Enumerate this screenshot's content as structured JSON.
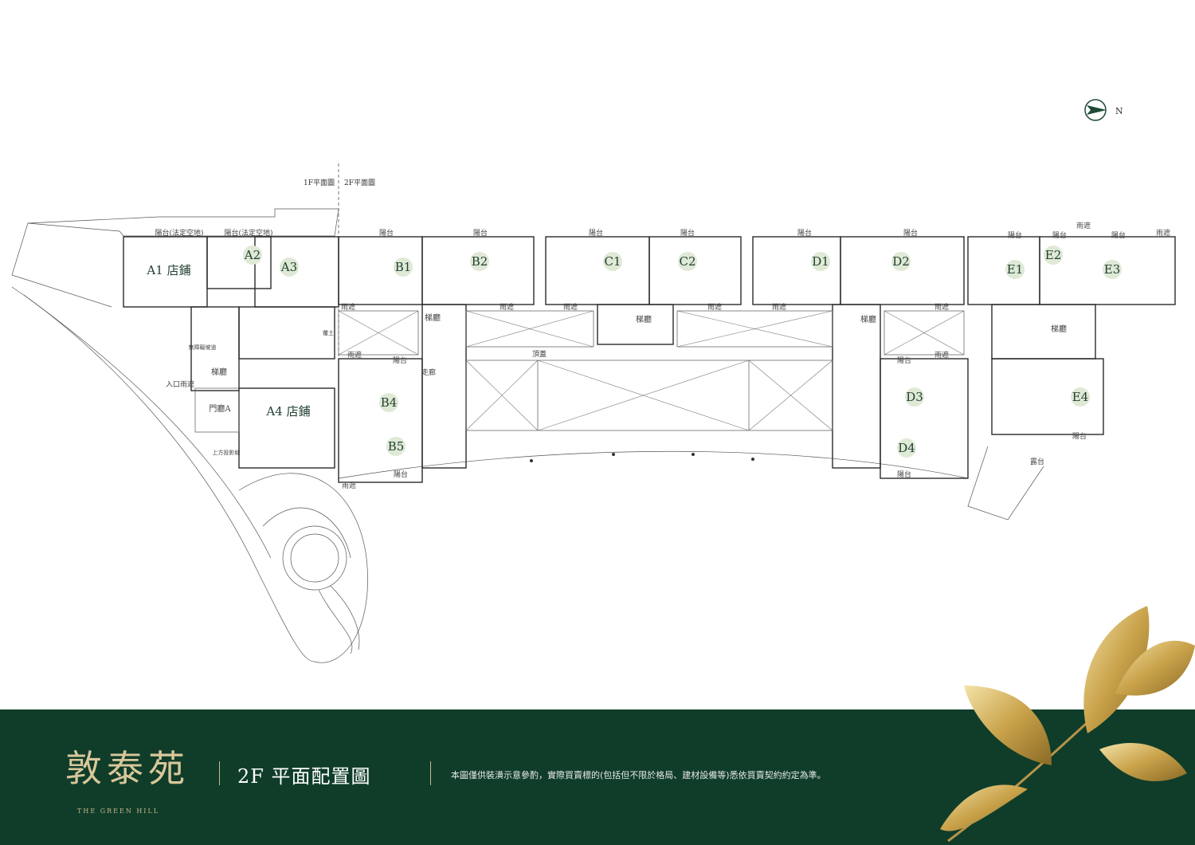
{
  "plan": {
    "compass_label": "N",
    "split_labels": {
      "left": "1F平面圖",
      "right": "2F平面圖"
    },
    "units": [
      {
        "id": "a1",
        "label": "A1 店鋪"
      },
      {
        "id": "a2",
        "label": "A2"
      },
      {
        "id": "a3",
        "label": "A3"
      },
      {
        "id": "a4",
        "label": "A4 店鋪"
      },
      {
        "id": "b1",
        "label": "B1"
      },
      {
        "id": "b2",
        "label": "B2"
      },
      {
        "id": "b4",
        "label": "B4"
      },
      {
        "id": "b5",
        "label": "B5"
      },
      {
        "id": "c1",
        "label": "C1"
      },
      {
        "id": "c2",
        "label": "C2"
      },
      {
        "id": "d1",
        "label": "D1"
      },
      {
        "id": "d2",
        "label": "D2"
      },
      {
        "id": "d3",
        "label": "D3"
      },
      {
        "id": "d4",
        "label": "D4"
      },
      {
        "id": "e1",
        "label": "E1"
      },
      {
        "id": "e2",
        "label": "E2"
      },
      {
        "id": "e3",
        "label": "E3"
      },
      {
        "id": "e4",
        "label": "E4"
      }
    ],
    "room_labels": {
      "balcony": "陽台",
      "balcony_legal": "陽台(法定空地)",
      "canopy": "雨遮",
      "elevator_lobby": "梯廳",
      "top_cover": "頂蓋",
      "corridor": "走廊",
      "terrace": "露台",
      "lobby_a": "門廳A",
      "entrance_canopy": "入口雨遮",
      "ramp": "無障礙坡道",
      "projection_line": "上方投影線",
      "greenery": "覆土",
      "dew_balcony": "露台"
    }
  },
  "footer": {
    "brand": "敦泰苑",
    "brand_en": "THE GREEN HILL",
    "floor_title": "2F 平面配置圖",
    "disclaimer": "本圖僅供裝潢示意參酌，實際買賣標的(包括但不限於格局、建材設備等)悉依買賣契約約定為準。"
  },
  "colors": {
    "footer_bg": "#0f3d2a",
    "unit_badge": "#dfe9d6",
    "gold": "#d9c79a"
  }
}
